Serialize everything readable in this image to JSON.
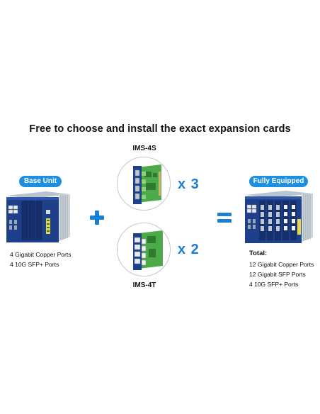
{
  "title": "Free to choose and install the exact expansion cards",
  "base_unit": {
    "label": "Base Unit",
    "specs": [
      "4 Gigabit Copper Ports",
      "4 10G SFP+ Ports"
    ]
  },
  "cards": [
    {
      "name": "IMS-4S",
      "multiplier": "x 3"
    },
    {
      "name": "IMS-4T",
      "multiplier": "x 2"
    }
  ],
  "operators": {
    "plus": "+",
    "equals": "="
  },
  "fully_equipped": {
    "label": "Fully Equipped",
    "total_label": "Total:",
    "specs": [
      "12 Gigabit Copper Ports",
      "12 Gigabit SFP Ports",
      "4 10G SFP+ Ports"
    ]
  },
  "colors": {
    "accent": "#1c8fe0",
    "device_blue": "#1e3f8a",
    "pcb_green": "#4caa4a"
  }
}
